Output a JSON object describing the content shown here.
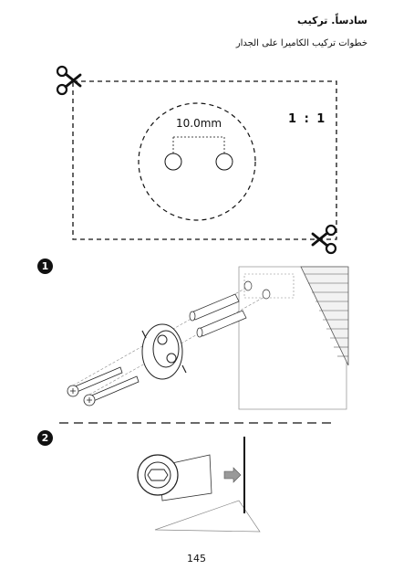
{
  "header": {
    "title": "سادساً. تركيب",
    "subtitle": "خطوات تركيب الكاميرا على الجدار"
  },
  "template": {
    "scale_label": "1 : 1",
    "hole_distance": "10.0mm"
  },
  "steps": [
    {
      "number": "1"
    },
    {
      "number": "2"
    }
  ],
  "icons": [
    "scissors-icon",
    "scissors-icon"
  ],
  "footer": {
    "page_number": "145"
  }
}
